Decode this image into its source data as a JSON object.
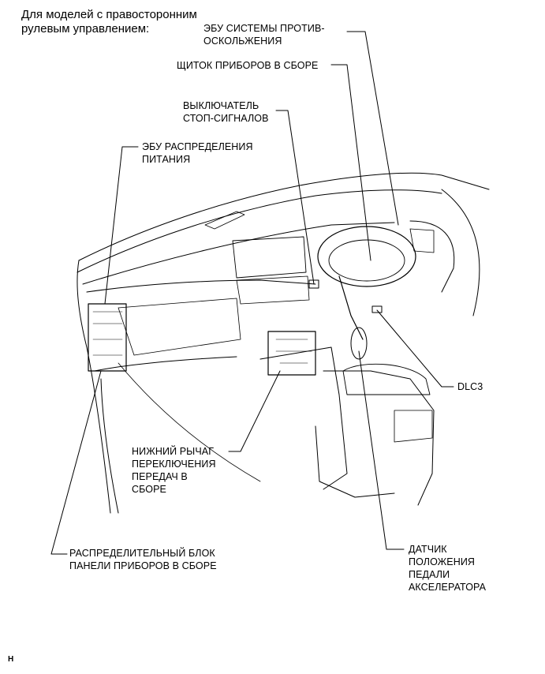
{
  "heading": [
    "Для моделей с правосторонним",
    "рулевым управлением:"
  ],
  "labels": {
    "antitheft_ecu": [
      "ЭБУ СИСТЕМЫ ПРОТИВ-",
      "ОСКОЛЬЖЕНИЯ"
    ],
    "combination_meter": [
      "ЩИТОК ПРИБОРОВ В СБОРЕ"
    ],
    "stop_switch": [
      "ВЫКЛЮЧАТЕЛЬ",
      "СТОП-СИГНАЛОВ"
    ],
    "power_ecu": [
      "ЭБУ РАСПРЕДЕЛЕНИЯ",
      "ПИТАНИЯ"
    ],
    "dlc3": [
      "DLC3"
    ],
    "shift_lever": [
      "НИЖНИЙ РЫЧАГ",
      "ПЕРЕКЛЮЧЕНИЯ",
      "ПЕРЕДАЧ В",
      "СБОРЕ"
    ],
    "junction_block": [
      "РАСПРЕДЕЛИТЕЛЬНЫЙ БЛОК",
      "ПАНЕЛИ ПРИБОРОВ В СБОРЕ"
    ],
    "accel_sensor": [
      "ДАТЧИК",
      "ПОЛОЖЕНИЯ",
      "ПЕДАЛИ",
      "АКСЕЛЕРАТОРА"
    ]
  },
  "corner_mark": "H"
}
